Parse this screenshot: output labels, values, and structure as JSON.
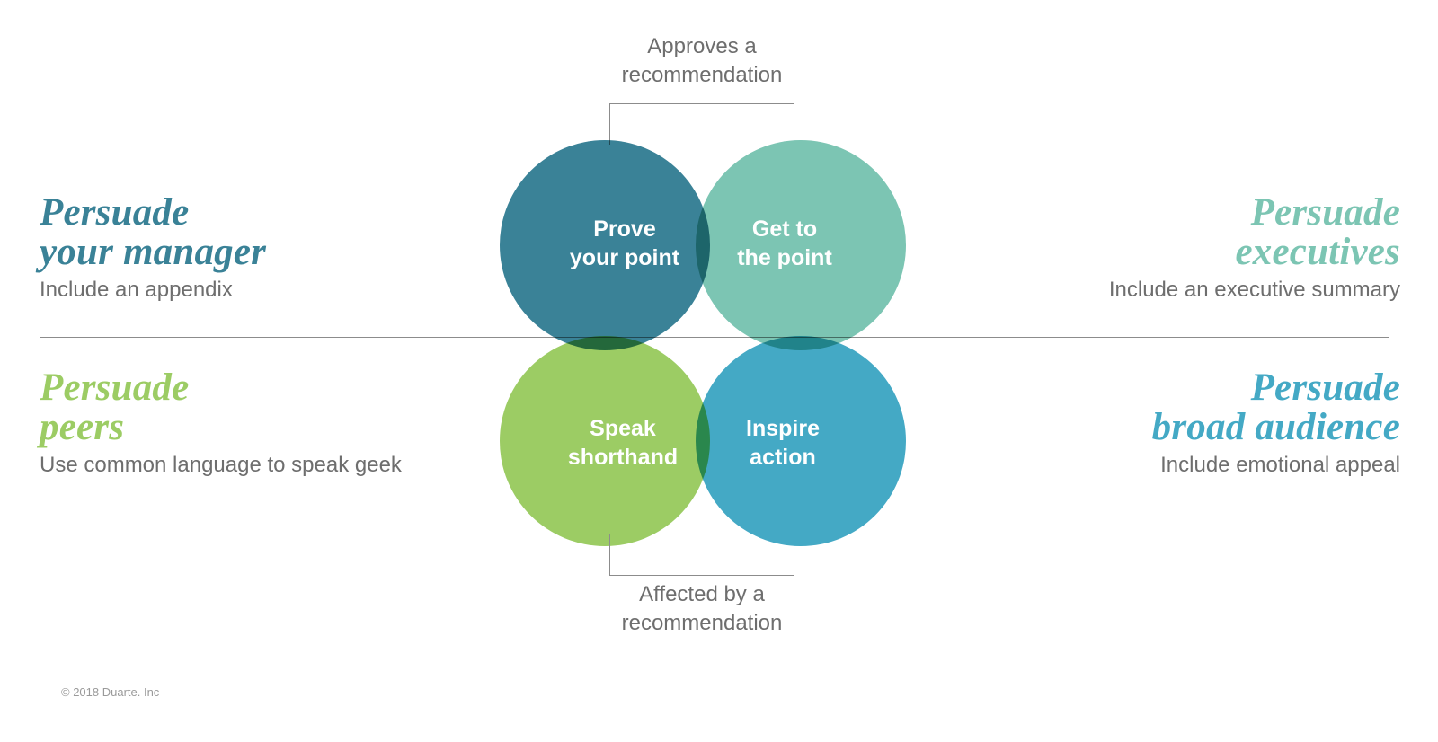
{
  "diagram": {
    "title": "Persuade your audience 2x2 Venn",
    "divider_color": "#8c8c8c",
    "background": "#ffffff"
  },
  "annotations": {
    "top": "Approves a\nrecommendation",
    "bottom": "Affected by a\nrecommendation"
  },
  "circles": [
    {
      "id": "prove",
      "label": "Prove\nyour point",
      "color": "#3a8297",
      "position": "top-left"
    },
    {
      "id": "get-to-the-point",
      "label": "Get to\nthe point",
      "color": "#7cc5b3",
      "position": "top-right"
    },
    {
      "id": "speak-shorthand",
      "label": "Speak\nshorthand",
      "color": "#9ccc64",
      "position": "bottom-left"
    },
    {
      "id": "inspire-action",
      "label": "Inspire\naction",
      "color": "#44a9c5",
      "position": "bottom-right"
    }
  ],
  "quadrants": {
    "manager": {
      "heading_line1": "Persuade",
      "heading_line2": "your manager",
      "subtitle": "Include an appendix",
      "color": "#3a8297"
    },
    "peers": {
      "heading_line1": "Persuade",
      "heading_line2": "peers",
      "subtitle": "Use common language to speak geek",
      "color": "#9ccc64"
    },
    "executives": {
      "heading_line1": "Persuade",
      "heading_line2": "executives",
      "subtitle": "Include an executive summary",
      "color": "#7cc5b3"
    },
    "broad_audience": {
      "heading_line1": "Persuade",
      "heading_line2": "broad audience",
      "subtitle": "Include emotional appeal",
      "color": "#44a9c5"
    }
  },
  "footer": {
    "copyright": "© 2018 Duarte. Inc"
  }
}
